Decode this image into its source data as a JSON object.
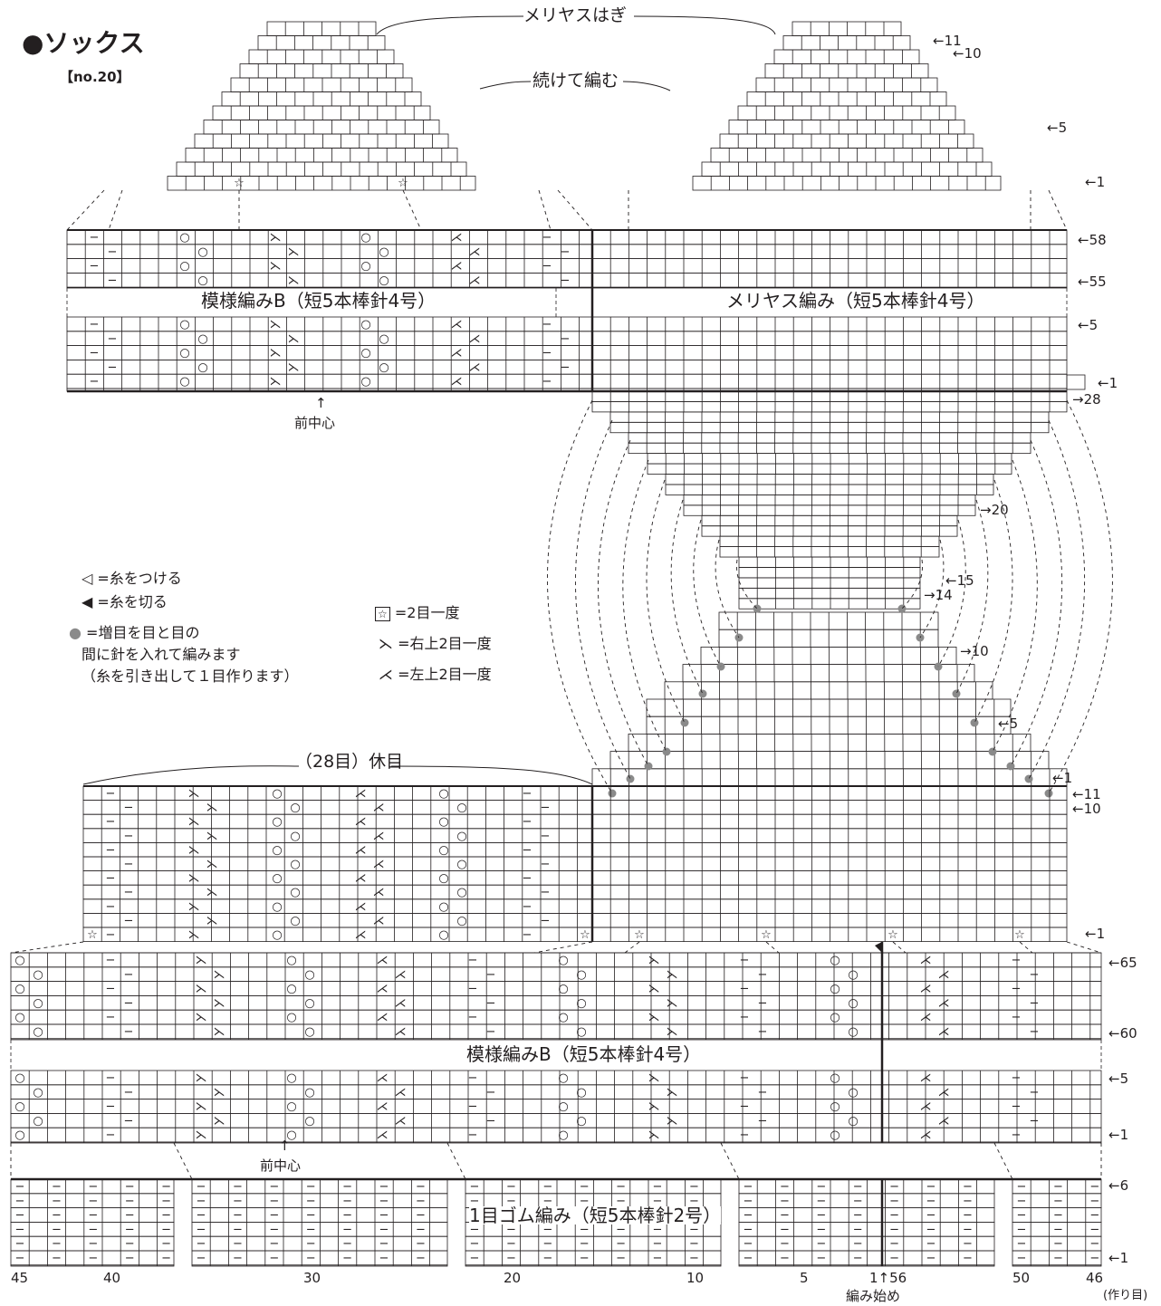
{
  "title": "●ソックス",
  "pattern_no": "【no.20】",
  "labels": {
    "top_graft": "メリヤスはぎ",
    "continue": "続けて編む",
    "upper_b": "模様編みB（短5本棒針4号）",
    "upper_stock": "メリヤス編み（短5本棒針4号）",
    "front_center": "前中心",
    "hold": "（28目）休目",
    "lower_b": "模様編みB（短5本棒針4号）",
    "rib": "1目ゴム編み（短5本棒針2号）",
    "cast_on": "(作り目)",
    "start": "編み始め"
  },
  "legend": {
    "attach": "=糸をつける",
    "cut": "=糸を切る",
    "inc1": "=増目を目と目の",
    "inc2": "間に針を入れて編みます",
    "inc3": "（糸を引き出して１目作ります）",
    "k2tog_star": "=2目一度",
    "ssk": "=右上2目一度",
    "k2tog": "=左上2目一度"
  },
  "row_marks": {
    "toe_11": "←11",
    "toe_10": "←10",
    "toe_5": "←5",
    "toe_1": "←1",
    "instep_58": "←58",
    "instep_55": "←55",
    "instep_5": "←5",
    "instep_1": "←1",
    "heel_28": "→28",
    "heel_20": "→20",
    "heel_15": "←15",
    "heel_14": "→14",
    "heel_10": "→10",
    "heel_5": "←5",
    "heel_1": "←1",
    "gus_11": "←11",
    "gus_10": "←10",
    "gus_1": "←1",
    "leg_65": "←65",
    "leg_60": "←60",
    "leg_5": "←5",
    "leg_1": "←1",
    "rib_6": "←6",
    "rib_1": "←1"
  },
  "stitch_numbers": [
    "45",
    "40",
    "30",
    "20",
    "10",
    "5",
    "1↑56",
    "50",
    "46"
  ],
  "colors": {
    "ink": "#231f20",
    "dot": "#8a8a8a"
  }
}
